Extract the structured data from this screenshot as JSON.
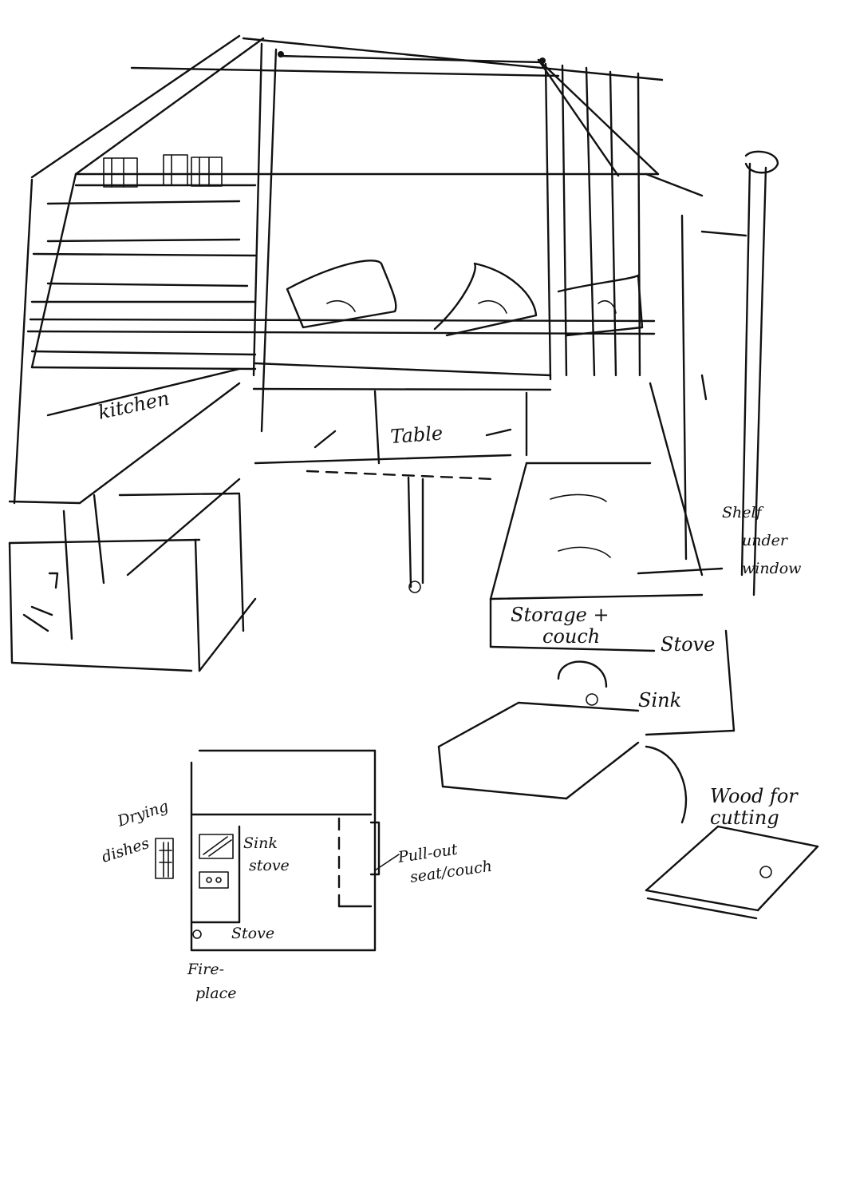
{
  "labels": {
    "kitchen": "kitchen",
    "table": "Table",
    "shelf_line1": "Shelf",
    "shelf_line2": "under",
    "shelf_line3": "window",
    "storage_line1": "Storage +",
    "storage_line2": "couch",
    "stove_main": "Stove",
    "sink_main": "Sink",
    "wood_line1": "Wood for",
    "wood_line2": "cutting",
    "drying_line1": "Drying",
    "drying_line2": "dishes",
    "plan_sink": "Sink",
    "plan_stove1": "stove",
    "plan_stove2": "Stove",
    "pullout_line1": "Pull-out",
    "pullout_line2": "seat/couch",
    "fireplace_line1": "Fire-",
    "fireplace_line2": "place"
  }
}
